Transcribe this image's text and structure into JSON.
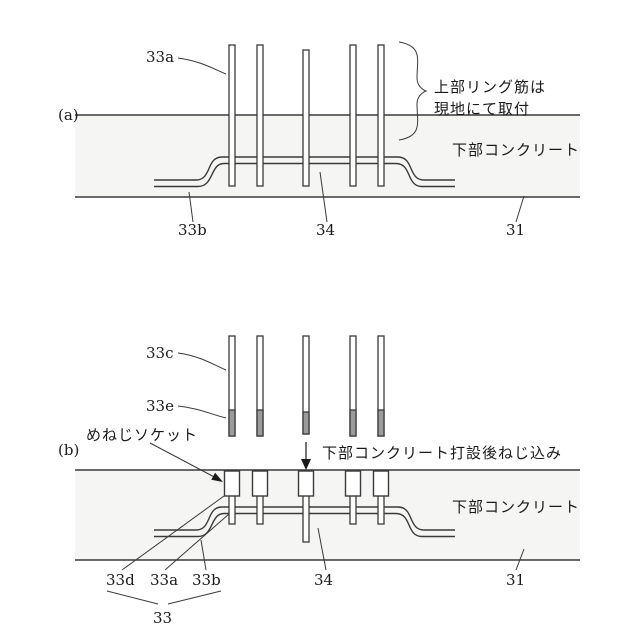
{
  "colors": {
    "line": "#3a3a3a",
    "concrete_fill": "#f5f5f3",
    "thread_fill": "#9b9b9b",
    "background": "#ffffff"
  },
  "panel_a": {
    "tag": "(a)",
    "label_33a": "33a",
    "label_33b": "33b",
    "label_34": "34",
    "label_31": "31",
    "bracket_note_line1": "上部リング筋は",
    "bracket_note_line2": "現地にて取付",
    "concrete_label": "下部コンクリート"
  },
  "panel_b": {
    "tag": "(b)",
    "label_33c": "33c",
    "label_33e": "33e",
    "label_33d": "33d",
    "label_33a": "33a",
    "label_33b": "33b",
    "label_33_group": "33",
    "label_34": "34",
    "label_31": "31",
    "socket_callout": "めねじソケット",
    "arrow_note": "下部コンクリート打設後ねじ込み",
    "concrete_label": "下部コンクリート"
  }
}
